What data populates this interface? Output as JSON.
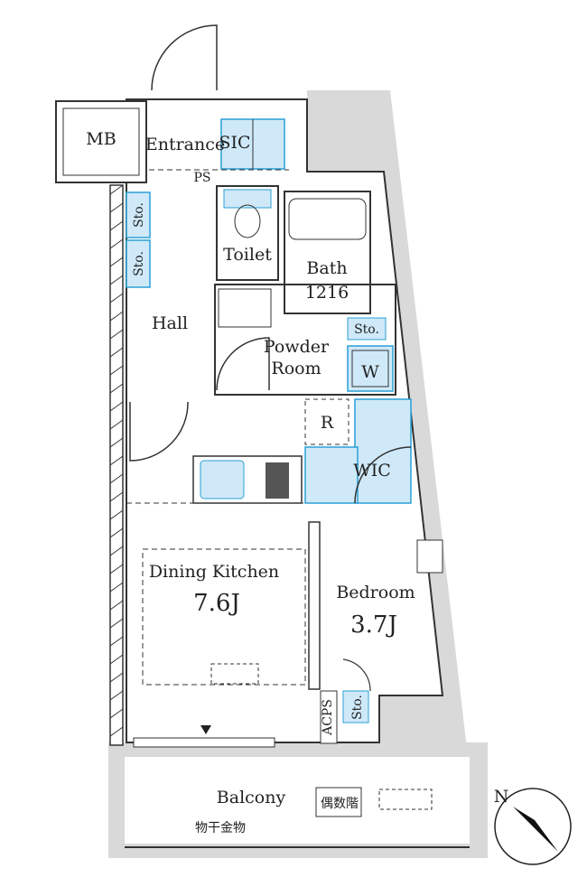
{
  "rooms": {
    "mb": "MB",
    "entrance": "Entrance",
    "sic": "SIC",
    "ps": "PS",
    "sto": "Sto.",
    "toilet": "Toilet",
    "bath": "Bath",
    "bath_size": "1216",
    "hall": "Hall",
    "powder_room_1": "Powder",
    "powder_room_2": "Room",
    "washer": "W",
    "refrigerator": "R",
    "wic": "WIC",
    "dining_kitchen": "Dining Kitchen",
    "dining_kitchen_size": "7.6J",
    "bedroom": "Bedroom",
    "bedroom_size": "3.7J",
    "acps": "ACPS",
    "balcony": "Balcony",
    "drying_hardware": "物干金物",
    "emergency_stair": "偶数階"
  },
  "compass": {
    "north_label": "N"
  },
  "colors": {
    "storage_fill": "#cfe9f8",
    "storage_stroke": "#2a9fd6",
    "light_gray": "#d9d9d9",
    "wall": "#333333"
  }
}
